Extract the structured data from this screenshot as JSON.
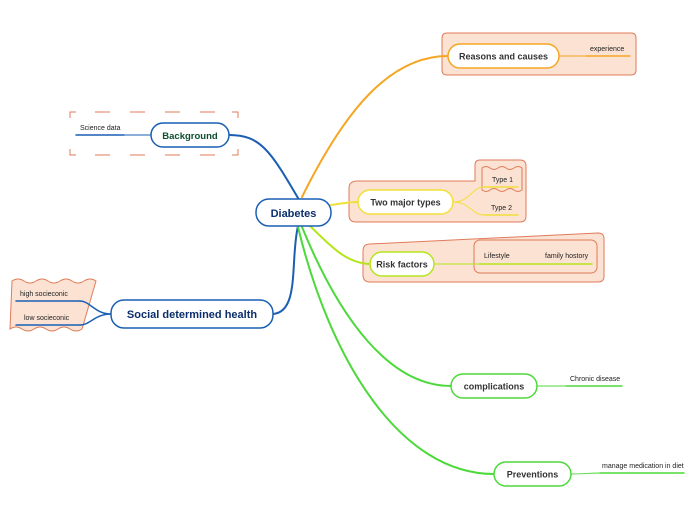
{
  "central": {
    "label": "Diabetes",
    "color": "#1a5fb4"
  },
  "branches": [
    {
      "id": "background",
      "label": "Background",
      "color": "#1a5fb4",
      "text_color": "#0b4f2e",
      "children": [
        {
          "label": "Science data"
        }
      ]
    },
    {
      "id": "social",
      "label": "Social determined health",
      "color": "#1a5fb4",
      "text_color": "#0b2e6b",
      "children": [
        {
          "label": "high socieconic"
        },
        {
          "label": "low socieconic"
        }
      ]
    },
    {
      "id": "reasons",
      "label": "Reasons and causes",
      "color": "#f5a623",
      "text_color": "#333333",
      "children": [
        {
          "label": "experience"
        }
      ]
    },
    {
      "id": "types",
      "label": "Two major types",
      "color": "#f2e03a",
      "text_color": "#333333",
      "children": [
        {
          "label": "Type 1"
        },
        {
          "label": "Type 2"
        }
      ]
    },
    {
      "id": "risk",
      "label": "Risk factors",
      "color": "#b5e61d",
      "text_color": "#333333",
      "children": [
        {
          "label": "Lifestyle"
        },
        {
          "label": "family hostory"
        }
      ]
    },
    {
      "id": "complications",
      "label": "complications",
      "color": "#4cd93a",
      "text_color": "#333333",
      "children": [
        {
          "label": "Chronic disease"
        }
      ]
    },
    {
      "id": "preventions",
      "label": "Preventions",
      "color": "#4cd93a",
      "text_color": "#333333",
      "children": [
        {
          "label": "manage medication in diet"
        }
      ]
    }
  ],
  "colors": {
    "boundary_fill": "#fbe2d3",
    "boundary_stroke": "#e07b5a",
    "orange": "#f5a623",
    "yellow": "#f2e03a",
    "lime": "#b5e61d",
    "green": "#4cd93a",
    "blue": "#1a5fb4"
  }
}
